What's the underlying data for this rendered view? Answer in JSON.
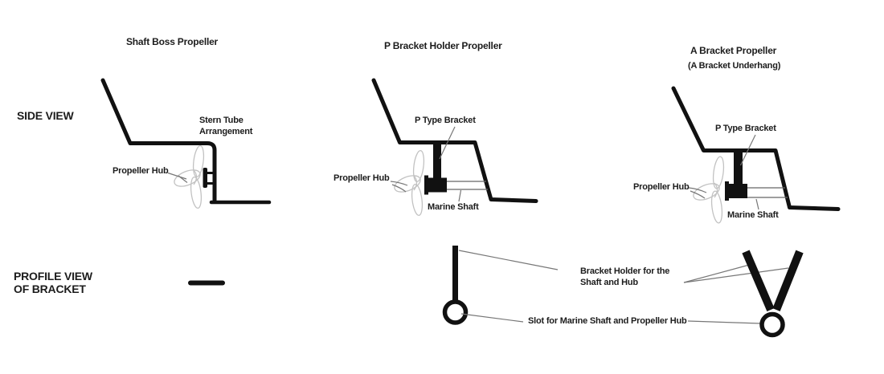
{
  "colors": {
    "ink": "#111111",
    "leader": "#777777",
    "propeller_sketch": "#c2c2c2",
    "text": "#1c1c1c",
    "background": "#ffffff"
  },
  "side_view_label": "SIDE VIEW",
  "profile_view_label": {
    "line1": "PROFILE VIEW",
    "line2": "OF BRACKET"
  },
  "diagrams": [
    {
      "title": "Shaft Boss Propeller",
      "labels": {
        "stern_tube": {
          "line1": "Stern Tube",
          "line2": "Arrangement"
        },
        "propeller_hub": "Propeller Hub"
      }
    },
    {
      "title": "P Bracket Holder Propeller",
      "labels": {
        "bracket": "P Type Bracket",
        "propeller_hub": "Propeller Hub",
        "marine_shaft": "Marine Shaft"
      }
    },
    {
      "title": "A Bracket Propeller",
      "subtitle": "(A Bracket Underhang)",
      "labels": {
        "bracket": "P Type Bracket",
        "propeller_hub": "Propeller Hub",
        "marine_shaft": "Marine Shaft"
      }
    }
  ],
  "profile_labels": {
    "bracket_holder": {
      "line1": "Bracket Holder for the",
      "line2": "Shaft and Hub"
    },
    "slot": "Slot for Marine Shaft and Propeller Hub"
  }
}
